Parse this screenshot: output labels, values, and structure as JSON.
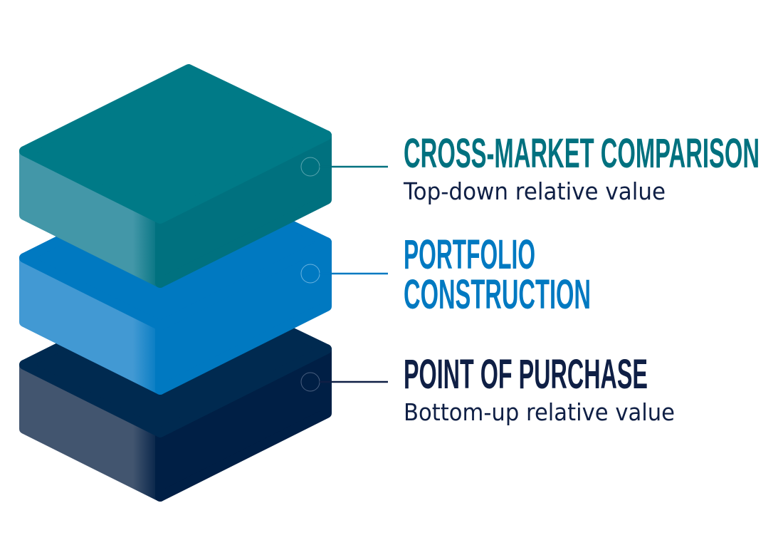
{
  "colors": {
    "teal": "#007a87",
    "blue": "#0079c1",
    "navy": "#002a50",
    "text_dark": "#0f1f45"
  },
  "layers": [
    {
      "title": "CROSS-MARKET COMPARISON",
      "subtitle": "Top-down relative value"
    },
    {
      "title_line1": "PORTFOLIO",
      "title_line2": "CONSTRUCTION"
    },
    {
      "title": "POINT OF PURCHASE",
      "subtitle": "Bottom-up relative value"
    }
  ]
}
